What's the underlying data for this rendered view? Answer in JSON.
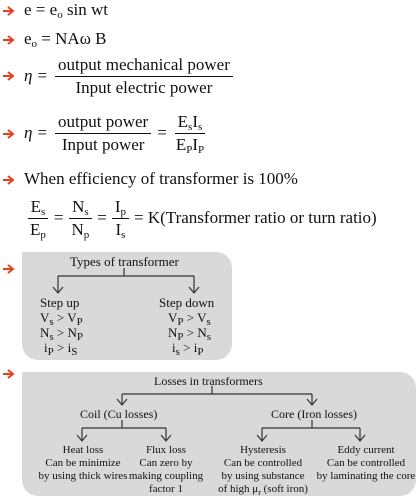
{
  "bullet_color": "#e8401c",
  "box_color": "#d9d9d9",
  "eq1": {
    "lhs": "e = e",
    "lhs_sub": "o",
    "rhs": " sin wt"
  },
  "eq2": {
    "lhs": "e",
    "lhs_sub": "o",
    "rhs": " = NAω B"
  },
  "eq3": {
    "eta": "η",
    "equals": "=",
    "num": "output mechanical power",
    "den": "Input electric power"
  },
  "eq4": {
    "eta": "η",
    "equals": "=",
    "num": "output power",
    "den": "Input power",
    "equals2": "=",
    "num2": "E",
    "num2_sub1": "s",
    "num2_mid": "I",
    "num2_sub2": "s",
    "den2": "E",
    "den2_sub1": "P",
    "den2_mid": "I",
    "den2_sub2": "P"
  },
  "efficiency_text": "When efficiency of transformer is 100%",
  "ratio": {
    "f1_num": "E",
    "f1_num_sub": "s",
    "f1_den": "E",
    "f1_den_sub": "p",
    "f2_num": "N",
    "f2_num_sub": "s",
    "f2_den": "N",
    "f2_den_sub": "p",
    "f3_num": "I",
    "f3_num_sub": "p",
    "f3_den": "I",
    "f3_den_sub": "s",
    "tail": "= K(Transformer ratio or turn ratio)"
  },
  "types": {
    "title": "Types of transformer",
    "step_up": {
      "label": "Step up",
      "l1": "V",
      "l1s": "s",
      "l1m": " > V",
      "l1s2": "P",
      "l2": "N",
      "l2s": "s",
      "l2m": " > N",
      "l2s2": "P",
      "l3": "i",
      "l3s": "P",
      "l3m": " > i",
      "l3s2": "S"
    },
    "step_down": {
      "label": "Step down",
      "l1": "V",
      "l1s": "P",
      "l1m": " > V",
      "l1s2": "s",
      "l2": "N",
      "l2s": "P",
      "l2m": " > N",
      "l2s2": "s",
      "l3": "i",
      "l3s": "s",
      "l3m": " > i",
      "l3s2": "P"
    }
  },
  "losses": {
    "title": "Losses in transformers",
    "coil": "Coil (Cu losses)",
    "core": "Core (Iron losses)",
    "heat": {
      "title": "Heat loss",
      "l1": "Can be minimize",
      "l2": "by using thick wires"
    },
    "flux": {
      "title": "Flux loss",
      "l1": "Can zero by",
      "l2": "making coupling",
      "l3": "factor 1"
    },
    "hyst": {
      "title": "Hysteresis",
      "l1": "Can be controlled",
      "l2": "by using substance",
      "l3": "of high μ",
      "l3s": "r",
      "l3t": " (soft iron)"
    },
    "eddy": {
      "title": "Eddy current",
      "l1": "Can be controlled",
      "l2": "by laminating the core"
    }
  }
}
